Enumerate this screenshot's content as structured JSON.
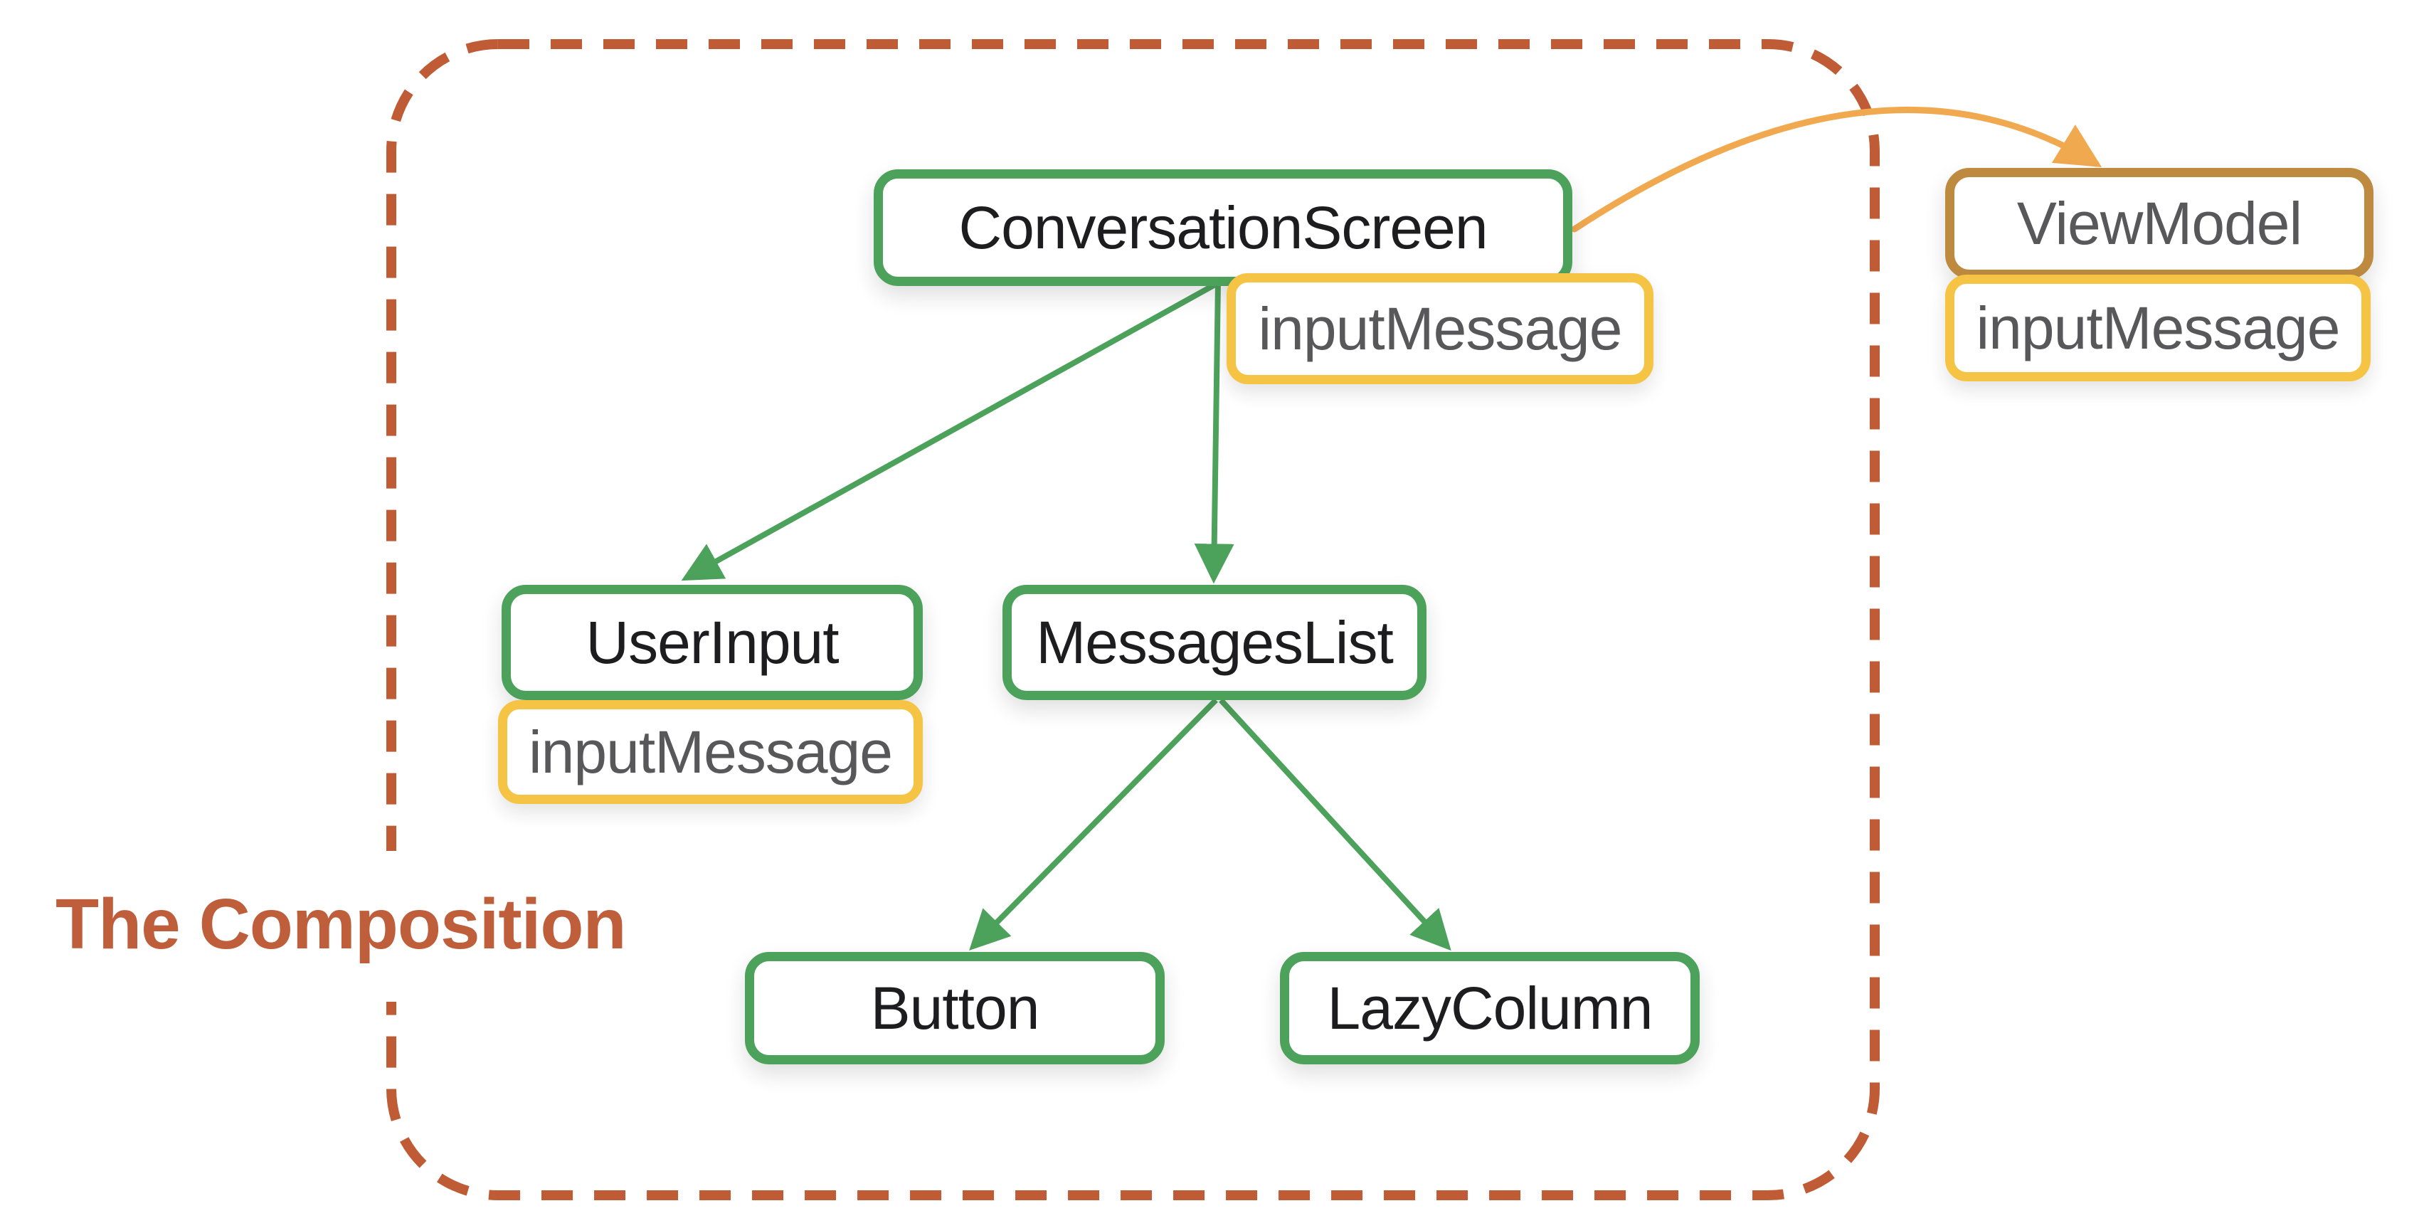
{
  "title": "The Composition",
  "colors": {
    "green": "#4DA25B",
    "yellow": "#F6C445",
    "brown": "#BE8A40",
    "dash": "#BF5B35",
    "orange": "#F1A950",
    "node_text": "#1D1D20",
    "state_text": "#58585A",
    "title_color": "#BF5E3B"
  },
  "diagram": {
    "nodes": [
      {
        "label": "ConversationScreen",
        "kind": "composable",
        "state": "inputMessage"
      },
      {
        "label": "UserInput",
        "kind": "composable",
        "state": "inputMessage"
      },
      {
        "label": "MessagesList",
        "kind": "composable"
      },
      {
        "label": "Button",
        "kind": "composable"
      },
      {
        "label": "LazyColumn",
        "kind": "composable"
      },
      {
        "label": "ViewModel",
        "kind": "viewmodel",
        "state": "inputMessage"
      }
    ],
    "edges": [
      {
        "from": "ConversationScreen",
        "to": "UserInput",
        "style": "solid-green-arrow"
      },
      {
        "from": "ConversationScreen",
        "to": "MessagesList",
        "style": "solid-green-arrow"
      },
      {
        "from": "MessagesList",
        "to": "Button",
        "style": "solid-green-arrow"
      },
      {
        "from": "MessagesList",
        "to": "LazyColumn",
        "style": "solid-green-arrow"
      },
      {
        "from": "ConversationScreen",
        "to": "ViewModel",
        "style": "curved-orange-arrow"
      }
    ],
    "boundary_label": "The Composition"
  }
}
